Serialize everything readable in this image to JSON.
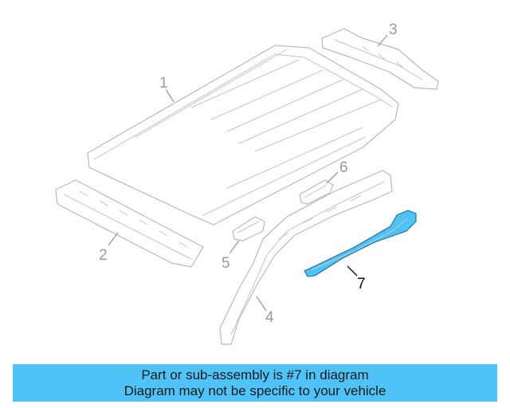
{
  "colors": {
    "highlight": "#4fc3f7",
    "highlight_stroke": "#1b6e9a",
    "banner_bg": "#4fc3f7",
    "line_gray": "#b9b9b9",
    "callout_gray": "#9a9a9a"
  },
  "callouts": {
    "c1": "1",
    "c2": "2",
    "c3": "3",
    "c4": "4",
    "c5": "5",
    "c6": "6",
    "c7": "7"
  },
  "highlighted_part": "7",
  "banner": {
    "line1": "Part or sub-assembly is #7 in diagram",
    "line2": "Diagram may not be specific to your vehicle"
  }
}
